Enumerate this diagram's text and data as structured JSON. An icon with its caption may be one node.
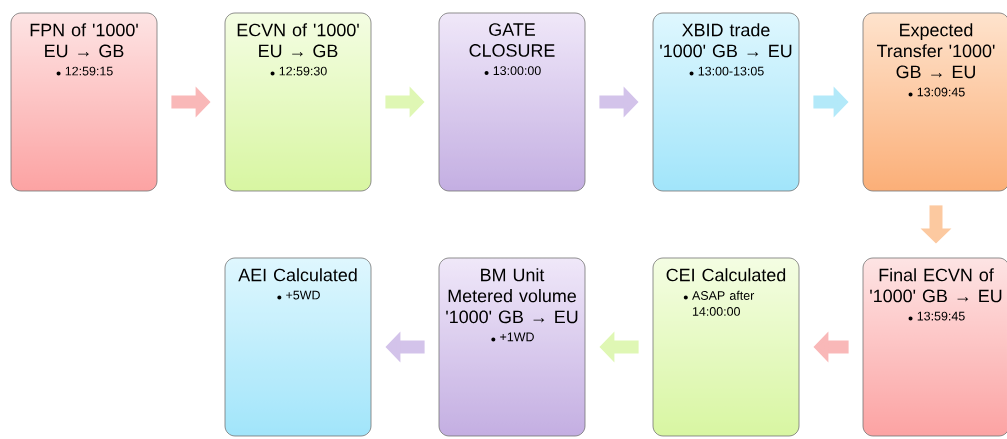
{
  "diagram": {
    "nodes": [
      {
        "text": [
          "FPN of '1000' EU → GB",
          "12:59:15"
        ]
      },
      {
        "text": [
          "ECVN of '1000' EU → GB",
          "12:59:30"
        ]
      },
      {
        "text": [
          "GATE CLOSURE",
          "13:00:00"
        ]
      },
      {
        "text": [
          "XBID trade '1000' GB → EU",
          "13:00-13:05"
        ]
      },
      {
        "text": [
          "Expected Transfer '1000' GB → EU",
          "13:09:45"
        ]
      },
      {
        "text": [
          "AEI Calculated",
          "+5WD"
        ]
      },
      {
        "text": [
          "BM Unit Metered volume '1000' GB → EU",
          "+1WD"
        ]
      },
      {
        "text": [
          "CEI Calculated",
          "ASAP after 14:00:00"
        ]
      },
      {
        "text": [
          "Final ECVN of '1000' GB → EU",
          "13:59:45"
        ]
      }
    ],
    "edges": [
      {
        "from": 0,
        "to": 1,
        "arrow": "to",
        "color": "#f9b8b8"
      },
      {
        "from": 1,
        "to": 2,
        "arrow": "to",
        "color": "#dff7b4"
      },
      {
        "from": 2,
        "to": 3,
        "arrow": "to",
        "color": "#d3c3ea"
      },
      {
        "from": 3,
        "to": 4,
        "arrow": "to",
        "color": "#b3e9f9"
      },
      {
        "from": 4,
        "to": 8,
        "arrow": "to",
        "color": "#fcc9a0"
      },
      {
        "from": 8,
        "to": 7,
        "arrow": "to",
        "color": "#f9b8b8"
      },
      {
        "from": 7,
        "to": 6,
        "arrow": "to",
        "color": "#dff7b4"
      },
      {
        "from": 6,
        "to": 5,
        "arrow": "to",
        "color": "#d3c3ea"
      }
    ]
  }
}
